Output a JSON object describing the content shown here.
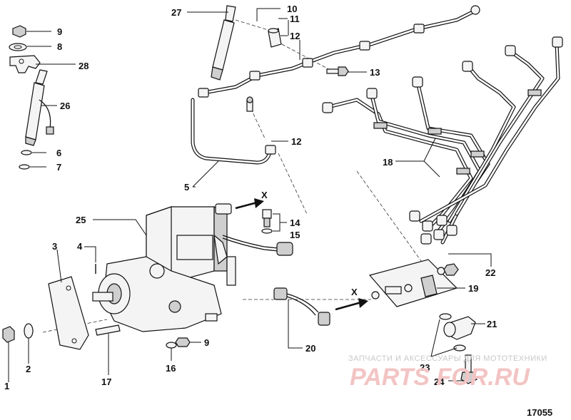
{
  "figure_number": "17055",
  "watermark": {
    "line1": "ЗАПЧАСТИ И АКСЕССУАРЫ ДЛЯ МОТОТЕХНИКИ",
    "line2": "PARTS FOR.RU"
  },
  "arrow_labels": [
    "X",
    "X"
  ],
  "callouts": {
    "c1": "1",
    "c2": "2",
    "c3": "3",
    "c4": "4",
    "c5": "5",
    "c6": "6",
    "c7": "7",
    "c8": "8",
    "c9a": "9",
    "c9b": "9",
    "c10": "10",
    "c11": "11",
    "c12a": "12",
    "c12b": "12",
    "c13": "13",
    "c14": "14",
    "c15": "15",
    "c16": "16",
    "c17": "17",
    "c18": "18",
    "c19": "19",
    "c20": "20",
    "c21": "21",
    "c22": "22",
    "c23": "23",
    "c24": "24",
    "c25": "25",
    "c26": "26",
    "c27": "27",
    "c28": "28"
  }
}
